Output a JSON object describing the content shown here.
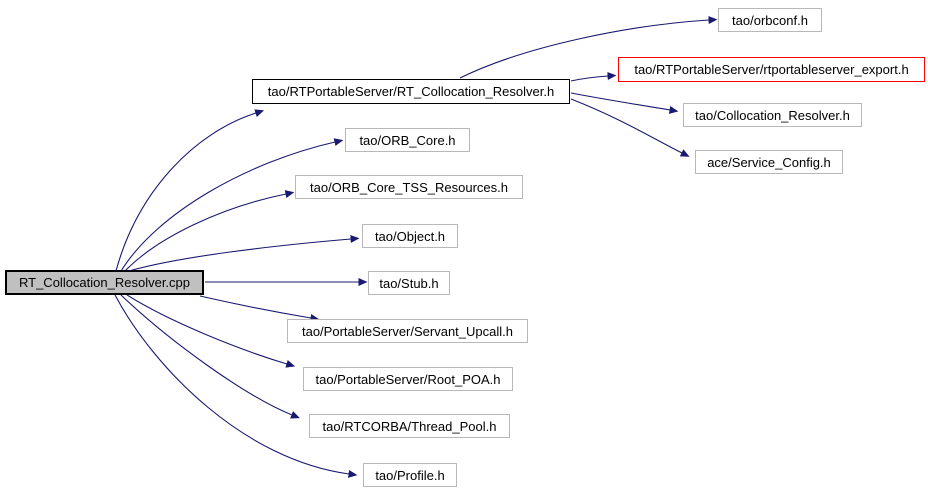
{
  "diagram": {
    "kind": "include-dependency-graph",
    "colors": {
      "edge": "#191970",
      "root_fill": "#c0c0c0",
      "root_border": "#000000",
      "linked_border": "#000000",
      "plain_border": "#b8b8b8",
      "flagged_border": "#ff0000",
      "node_fill": "#ffffff",
      "text": "#000000",
      "background": "#ffffff"
    },
    "nodes": [
      {
        "id": "root",
        "label": "RT_Collocation_Resolver.cpp",
        "style": "root"
      },
      {
        "id": "hdr",
        "label": "tao/RTPortableServer/RT_Collocation_Resolver.h",
        "style": "linked"
      },
      {
        "id": "orbconf",
        "label": "tao/orbconf.h",
        "style": "plain"
      },
      {
        "id": "export",
        "label": "tao/RTPortableServer/rtportableserver_export.h",
        "style": "flagged"
      },
      {
        "id": "colloc",
        "label": "tao/Collocation_Resolver.h",
        "style": "plain"
      },
      {
        "id": "service",
        "label": "ace/Service_Config.h",
        "style": "plain"
      },
      {
        "id": "orbcore",
        "label": "tao/ORB_Core.h",
        "style": "plain"
      },
      {
        "id": "orbtss",
        "label": "tao/ORB_Core_TSS_Resources.h",
        "style": "plain"
      },
      {
        "id": "object",
        "label": "tao/Object.h",
        "style": "plain"
      },
      {
        "id": "stub",
        "label": "tao/Stub.h",
        "style": "plain"
      },
      {
        "id": "servant",
        "label": "tao/PortableServer/Servant_Upcall.h",
        "style": "plain"
      },
      {
        "id": "rootpoa",
        "label": "tao/PortableServer/Root_POA.h",
        "style": "plain"
      },
      {
        "id": "threadpool",
        "label": "tao/RTCORBA/Thread_Pool.h",
        "style": "plain"
      },
      {
        "id": "profile",
        "label": "tao/Profile.h",
        "style": "plain"
      }
    ],
    "edges": [
      {
        "from": "root",
        "to": "hdr"
      },
      {
        "from": "root",
        "to": "orbcore"
      },
      {
        "from": "root",
        "to": "orbtss"
      },
      {
        "from": "root",
        "to": "object"
      },
      {
        "from": "root",
        "to": "stub"
      },
      {
        "from": "root",
        "to": "servant"
      },
      {
        "from": "root",
        "to": "rootpoa"
      },
      {
        "from": "root",
        "to": "threadpool"
      },
      {
        "from": "root",
        "to": "profile"
      },
      {
        "from": "hdr",
        "to": "orbconf"
      },
      {
        "from": "hdr",
        "to": "export"
      },
      {
        "from": "hdr",
        "to": "colloc"
      },
      {
        "from": "hdr",
        "to": "service"
      }
    ]
  }
}
